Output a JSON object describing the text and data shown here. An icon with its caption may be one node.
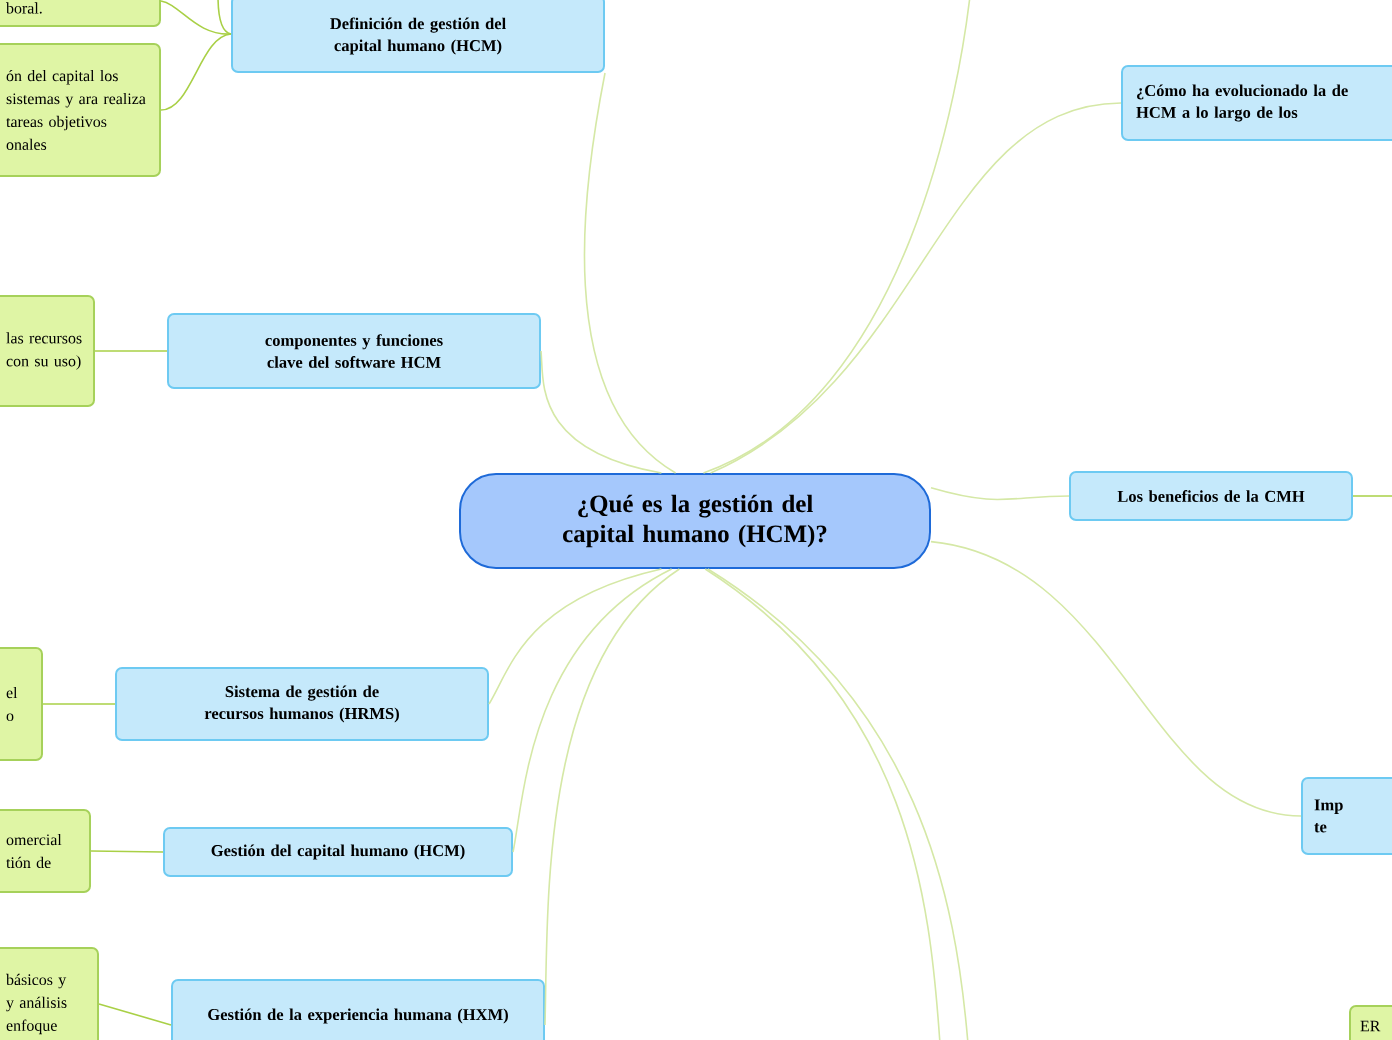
{
  "diagram": {
    "nodes": [
      {
        "text": [
          "¿Qué es la gestión del capital humano (HCM)?"
        ]
      },
      {
        "text": [
          "boral."
        ]
      },
      {
        "text": [
          "ón del capital los sistemas y ara realiza tareas objetivos onales"
        ]
      },
      {
        "text": [
          "Definición de gestión del capital humano (HCM)"
        ]
      },
      {
        "text": [
          "¿Cómo ha evolucionado la de HCM a lo largo de los"
        ]
      },
      {
        "text": [
          "las recursos con su uso)"
        ]
      },
      {
        "text": [
          "componentes y funciones clave del software HCM"
        ]
      },
      {
        "text": [
          "Los beneficios de la CMH"
        ]
      },
      {
        "text": [
          "el o"
        ]
      },
      {
        "text": [
          "Sistema de gestión de recursos humanos (HRMS)"
        ]
      },
      {
        "text": [
          "Imp te"
        ]
      },
      {
        "text": [
          "omercial tión de"
        ]
      },
      {
        "text": [
          "Gestión del capital humano (HCM)"
        ]
      },
      {
        "text": [
          "básicos y y análisis enfoque"
        ]
      },
      {
        "text": [
          "Gestión de la experiencia humana (HXM)"
        ]
      },
      {
        "text": [
          "ER"
        ]
      }
    ],
    "edges": [
      {
        "from": 0,
        "to": 3,
        "arrow": "none"
      },
      {
        "from": 0,
        "to": 6,
        "arrow": "none"
      },
      {
        "from": 0,
        "to": 9,
        "arrow": "none"
      },
      {
        "from": 0,
        "to": 12,
        "arrow": "none"
      },
      {
        "from": 0,
        "to": 14,
        "arrow": "none"
      },
      {
        "from": 0,
        "to": 4,
        "arrow": "none"
      },
      {
        "from": 0,
        "to": 7,
        "arrow": "none"
      },
      {
        "from": 0,
        "to": 10,
        "arrow": "none"
      },
      {
        "from": 0,
        "to": null,
        "arrow": "none"
      },
      {
        "from": 0,
        "to": null,
        "arrow": "none"
      },
      {
        "from": 0,
        "to": null,
        "arrow": "none"
      },
      {
        "from": 3,
        "to": 1,
        "arrow": "none",
        "color": "#a9d046"
      },
      {
        "from": 3,
        "to": 2,
        "arrow": "none",
        "color": "#a9d046"
      },
      {
        "from": 3,
        "to": null,
        "arrow": "none",
        "color": "#a9d046"
      },
      {
        "from": 6,
        "to": 5,
        "arrow": "none",
        "color": "#a9d046"
      },
      {
        "from": 9,
        "to": 8,
        "arrow": "none",
        "color": "#a9d046"
      },
      {
        "from": 12,
        "to": 11,
        "arrow": "none",
        "color": "#a9d046"
      },
      {
        "from": 14,
        "to": 13,
        "arrow": "none",
        "color": "#a9d046"
      },
      {
        "from": 7,
        "to": null,
        "arrow": "none",
        "color": "#a9d046"
      }
    ]
  }
}
